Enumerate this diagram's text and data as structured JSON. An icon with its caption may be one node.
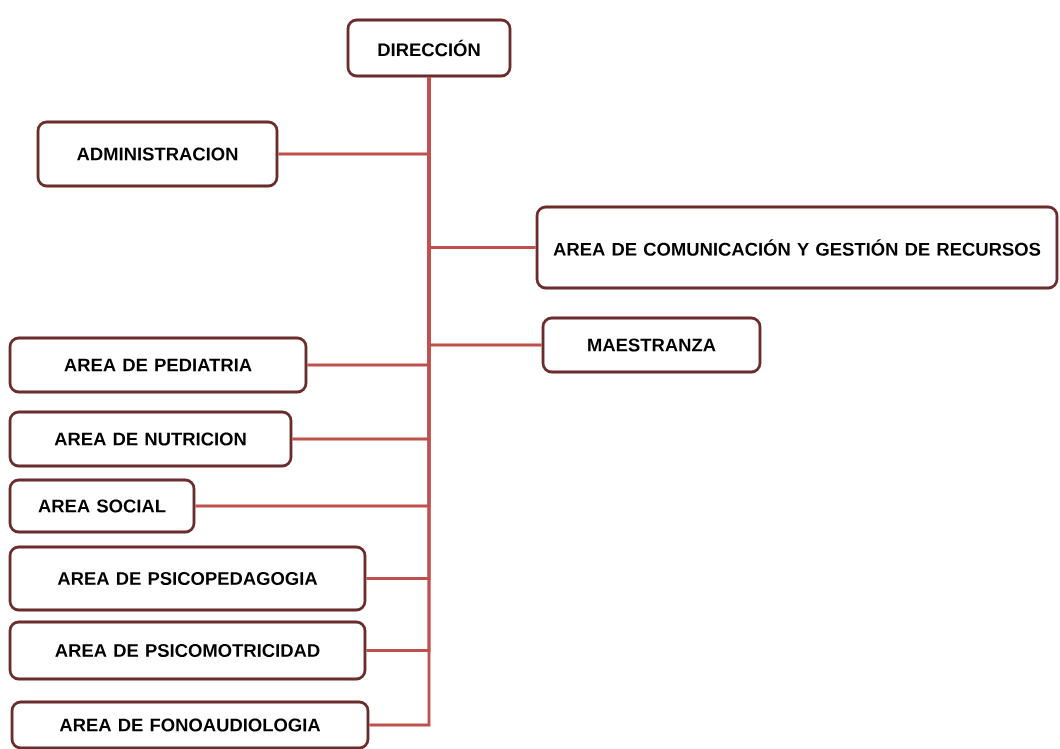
{
  "diagram": {
    "nodes": [
      {
        "text": [
          "DIRECCIÓN"
        ]
      },
      {
        "text": [
          "ADMINISTRACION"
        ]
      },
      {
        "text": [
          "AREA DE COMUNICACIÓN Y GESTIÓN DE RECURSOS"
        ]
      },
      {
        "text": [
          "MAESTRANZA"
        ]
      },
      {
        "text": [
          "AREA DE PEDIATRIA"
        ]
      },
      {
        "text": [
          "AREA DE NUTRICION"
        ]
      },
      {
        "text": [
          "AREA SOCIAL"
        ]
      },
      {
        "text": [
          "AREA DE PSICOPEDAGOGIA"
        ]
      },
      {
        "text": [
          "AREA DE PSICOMOTRICIDAD"
        ]
      },
      {
        "text": [
          "AREA DE FONOAUDIOLOGIA"
        ]
      }
    ],
    "edges": [
      {
        "from": 0,
        "to": 1,
        "arrow": "none"
      },
      {
        "from": 0,
        "to": 2,
        "arrow": "none"
      },
      {
        "from": 0,
        "to": 3,
        "arrow": "none"
      },
      {
        "from": 0,
        "to": 4,
        "arrow": "none"
      },
      {
        "from": 0,
        "to": 5,
        "arrow": "none"
      },
      {
        "from": 0,
        "to": 6,
        "arrow": "none"
      },
      {
        "from": 0,
        "to": 7,
        "arrow": "none"
      },
      {
        "from": 0,
        "to": 8,
        "arrow": "none"
      },
      {
        "from": 0,
        "to": 9,
        "arrow": "none"
      }
    ]
  }
}
